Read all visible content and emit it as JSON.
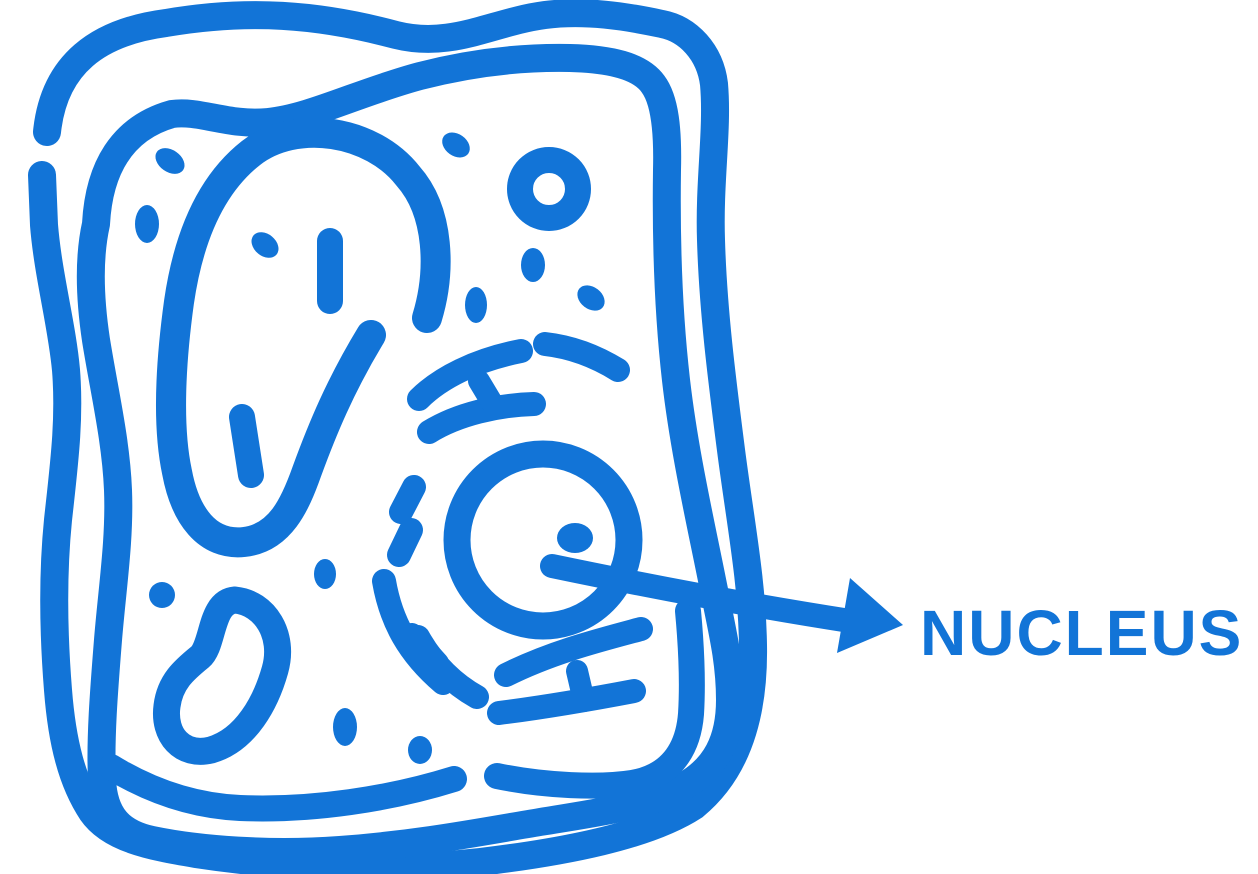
{
  "diagram": {
    "type": "plant-cell-line-art",
    "accent_color": "#1274d7",
    "background_color": "#ffffff",
    "label": "NUCLEUS",
    "parts": [
      "cell-wall-outer",
      "cell-wall-inner",
      "cell-membrane",
      "vacuole",
      "mitochondrion",
      "nucleus",
      "nucleolus",
      "endoplasmic-reticulum",
      "golgi-apparatus",
      "ribosome-dots",
      "vesicle-donut",
      "pointer-arrow"
    ]
  }
}
